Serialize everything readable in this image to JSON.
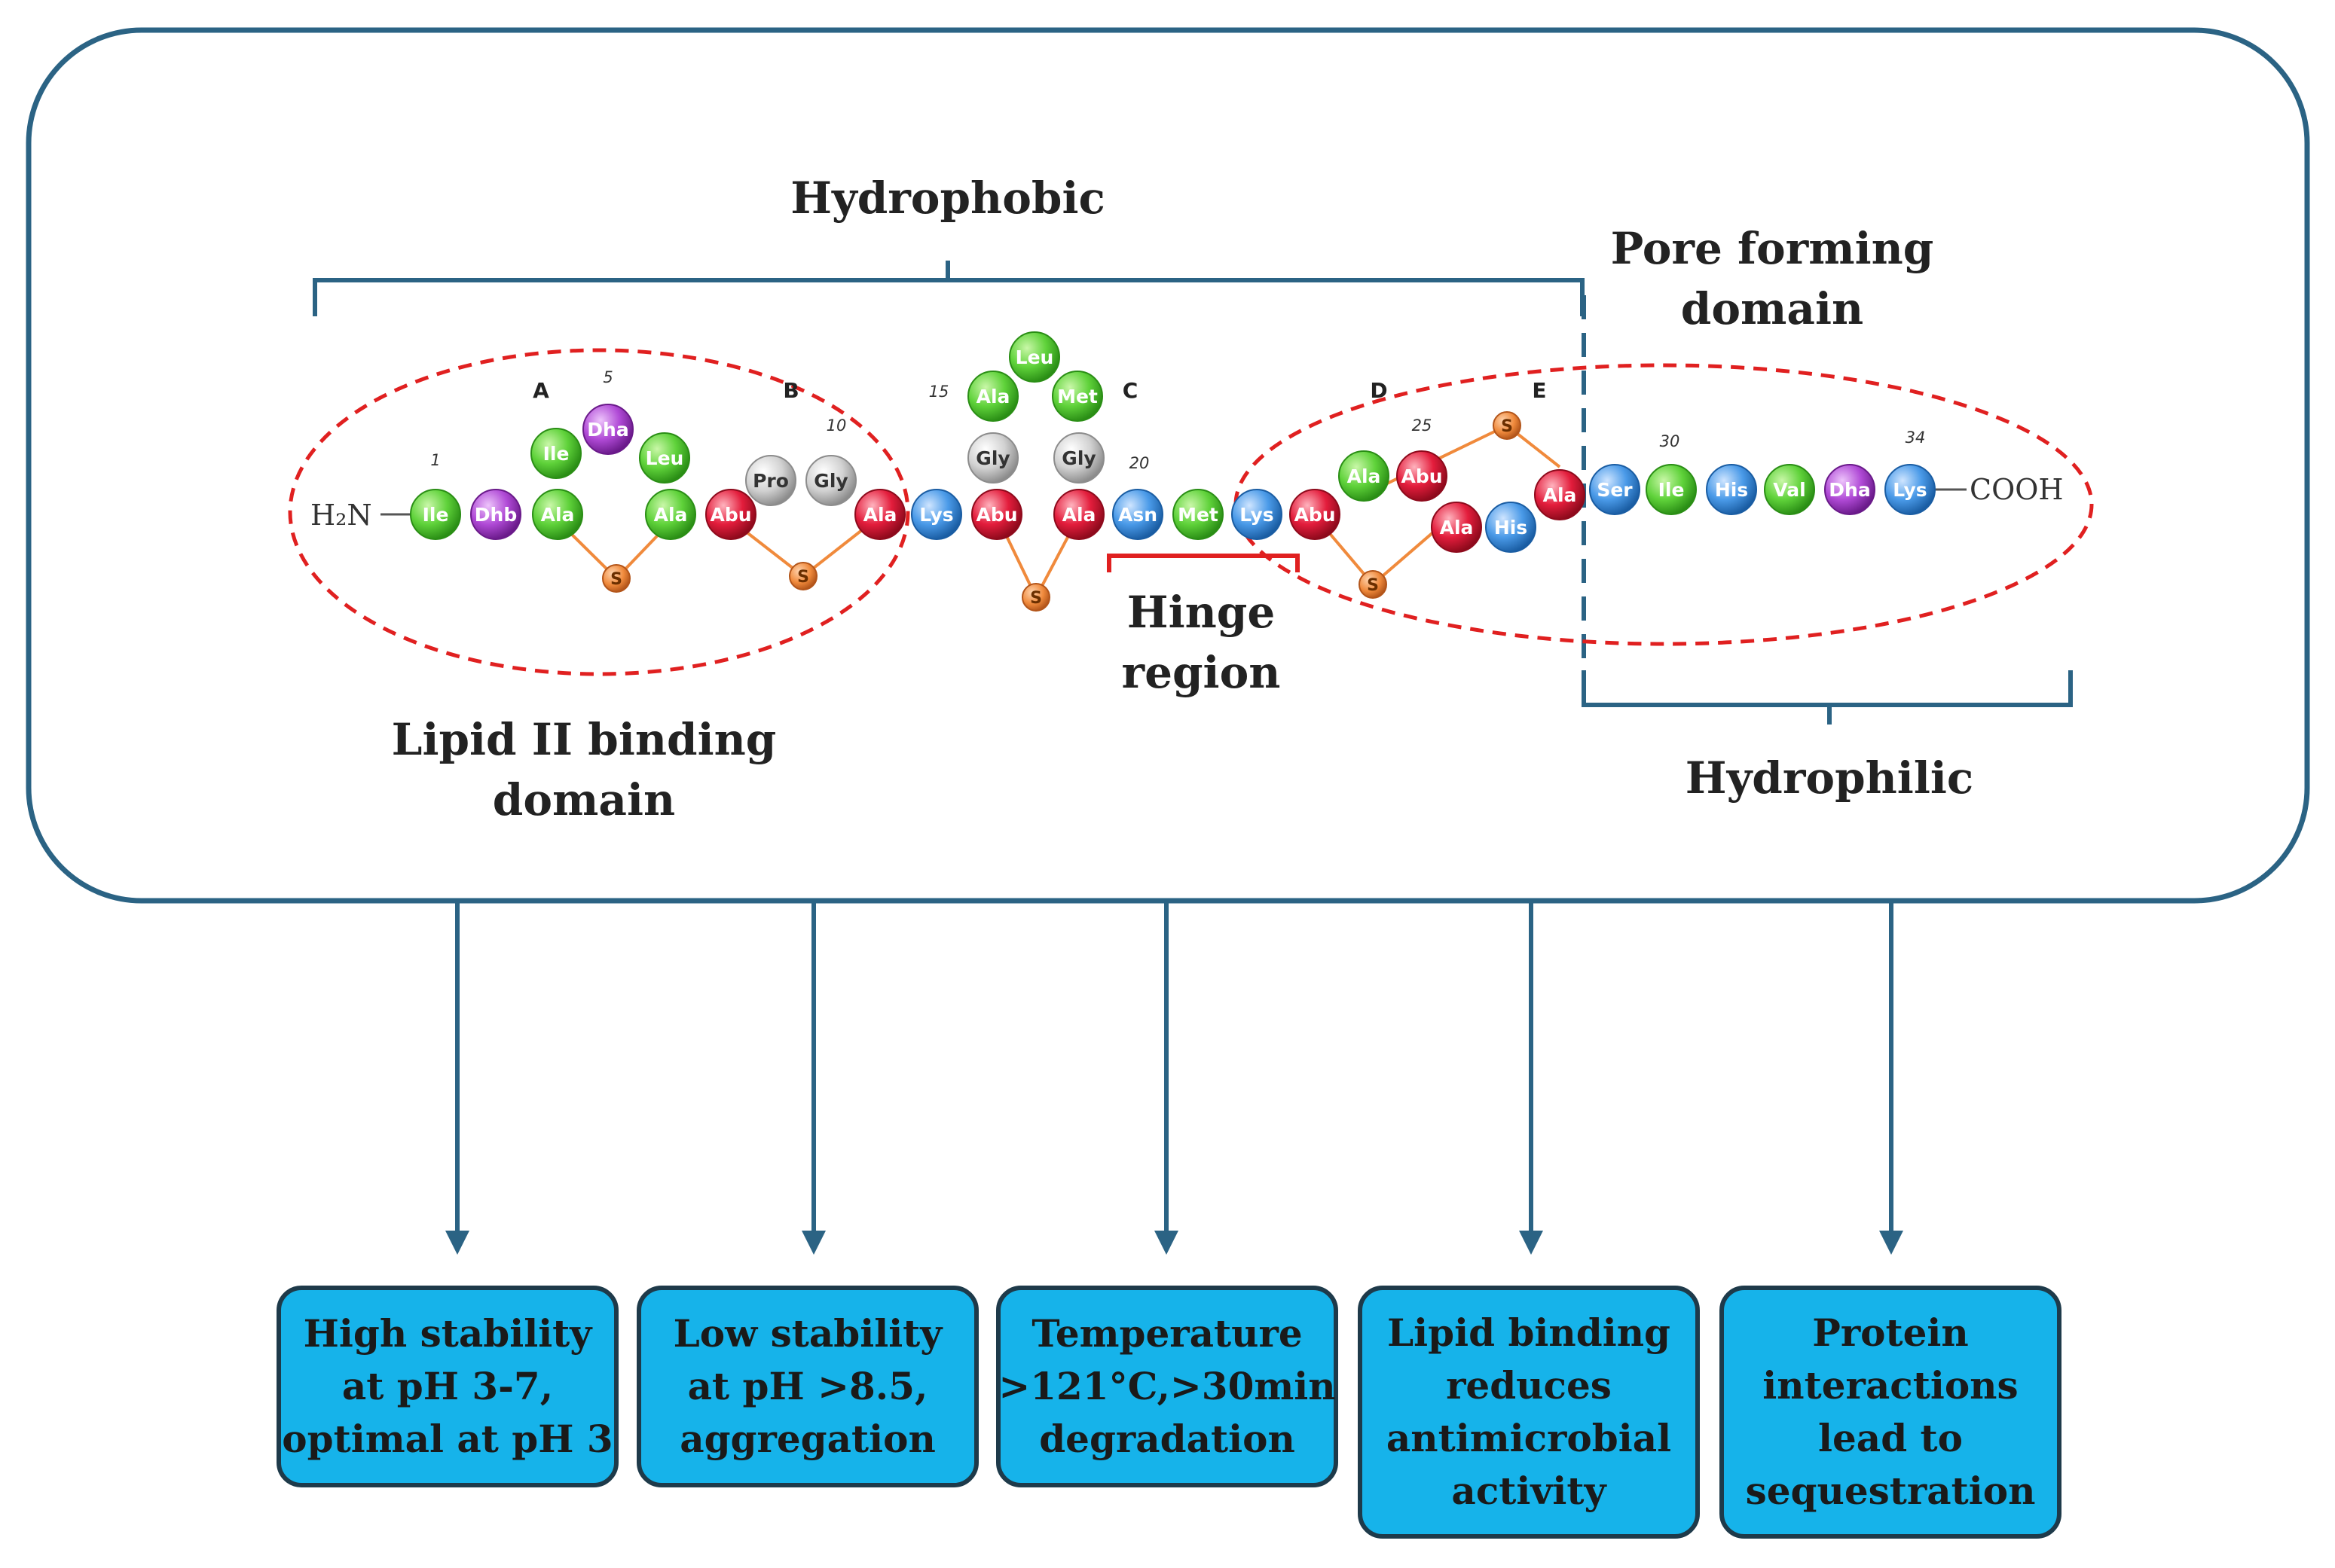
{
  "colors": {
    "frame": "#2b6384",
    "box_fill": "#16b3ea",
    "box_stroke": "#1e3a4a",
    "ellipse": "#e02020",
    "hinge": "#e02020",
    "sulfur_bridge": "#f08a3c",
    "residue_green": "#5fd23a",
    "residue_purple": "#b04ad6",
    "residue_red": "#e31d3c",
    "residue_blue": "#4a9ae8",
    "residue_grey": "#c8c8c8"
  },
  "labels": {
    "hydrophobic": "Hydrophobic",
    "pore_forming": [
      "Pore forming",
      "domain"
    ],
    "lipid_binding_domain": [
      "Lipid II binding",
      "domain"
    ],
    "hinge_region": [
      "Hinge",
      "region"
    ],
    "hydrophilic": "Hydrophilic"
  },
  "termini": {
    "n_terminus": "H₂N",
    "c_terminus": "COOH"
  },
  "ring_labels": [
    "A",
    "B",
    "C",
    "D",
    "E"
  ],
  "position_numbers": [
    "1",
    "5",
    "10",
    "15",
    "20",
    "25",
    "30",
    "34"
  ],
  "sulfur_symbol": "S",
  "residues": [
    {
      "name": "Ile",
      "color": "green"
    },
    {
      "name": "Dhb",
      "color": "purple"
    },
    {
      "name": "Ala",
      "color": "green"
    },
    {
      "name": "Ile",
      "color": "green"
    },
    {
      "name": "Dha",
      "color": "purple"
    },
    {
      "name": "Leu",
      "color": "green"
    },
    {
      "name": "Ala",
      "color": "green"
    },
    {
      "name": "Abu",
      "color": "red"
    },
    {
      "name": "Pro",
      "color": "grey"
    },
    {
      "name": "Gly",
      "color": "grey"
    },
    {
      "name": "Ala",
      "color": "red"
    },
    {
      "name": "Lys",
      "color": "blue"
    },
    {
      "name": "Abu",
      "color": "red"
    },
    {
      "name": "Gly",
      "color": "grey"
    },
    {
      "name": "Ala",
      "color": "green"
    },
    {
      "name": "Leu",
      "color": "green"
    },
    {
      "name": "Met",
      "color": "green"
    },
    {
      "name": "Gly",
      "color": "grey"
    },
    {
      "name": "Ala",
      "color": "red"
    },
    {
      "name": "Asn",
      "color": "blue"
    },
    {
      "name": "Met",
      "color": "green"
    },
    {
      "name": "Lys",
      "color": "blue"
    },
    {
      "name": "Abu",
      "color": "red"
    },
    {
      "name": "Ala",
      "color": "green"
    },
    {
      "name": "Abu",
      "color": "red"
    },
    {
      "name": "Ala",
      "color": "red"
    },
    {
      "name": "His",
      "color": "blue"
    },
    {
      "name": "Ala",
      "color": "red"
    },
    {
      "name": "Ser",
      "color": "blue"
    },
    {
      "name": "Ile",
      "color": "green"
    },
    {
      "name": "His",
      "color": "blue"
    },
    {
      "name": "Val",
      "color": "green"
    },
    {
      "name": "Dha",
      "color": "purple"
    },
    {
      "name": "Lys",
      "color": "blue"
    }
  ],
  "boxes": [
    {
      "lines": [
        "High stability",
        "at pH 3-7,",
        "optimal at pH 3"
      ]
    },
    {
      "lines": [
        "Low stability",
        "at pH >8.5,",
        "aggregation"
      ]
    },
    {
      "lines": [
        "Temperature",
        ">121°C,>30min",
        "degradation"
      ]
    },
    {
      "lines": [
        "Lipid binding",
        "reduces",
        "antimicrobial",
        "activity"
      ]
    },
    {
      "lines": [
        "Protein",
        "interactions",
        "lead to",
        "sequestration"
      ]
    }
  ]
}
